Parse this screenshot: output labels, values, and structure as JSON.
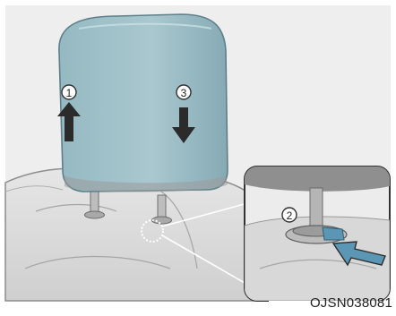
{
  "figure": {
    "step_labels": [
      "1",
      "2",
      "3"
    ],
    "figure_code": "OJSN038081",
    "colors": {
      "headrest": "#a9c8cf",
      "headrest_shade": "#7fa7b1",
      "seat": "#dedede",
      "seat_shade": "#c7c7c7",
      "arrow": "#2b2b2b",
      "button": "#5b97b4"
    }
  }
}
